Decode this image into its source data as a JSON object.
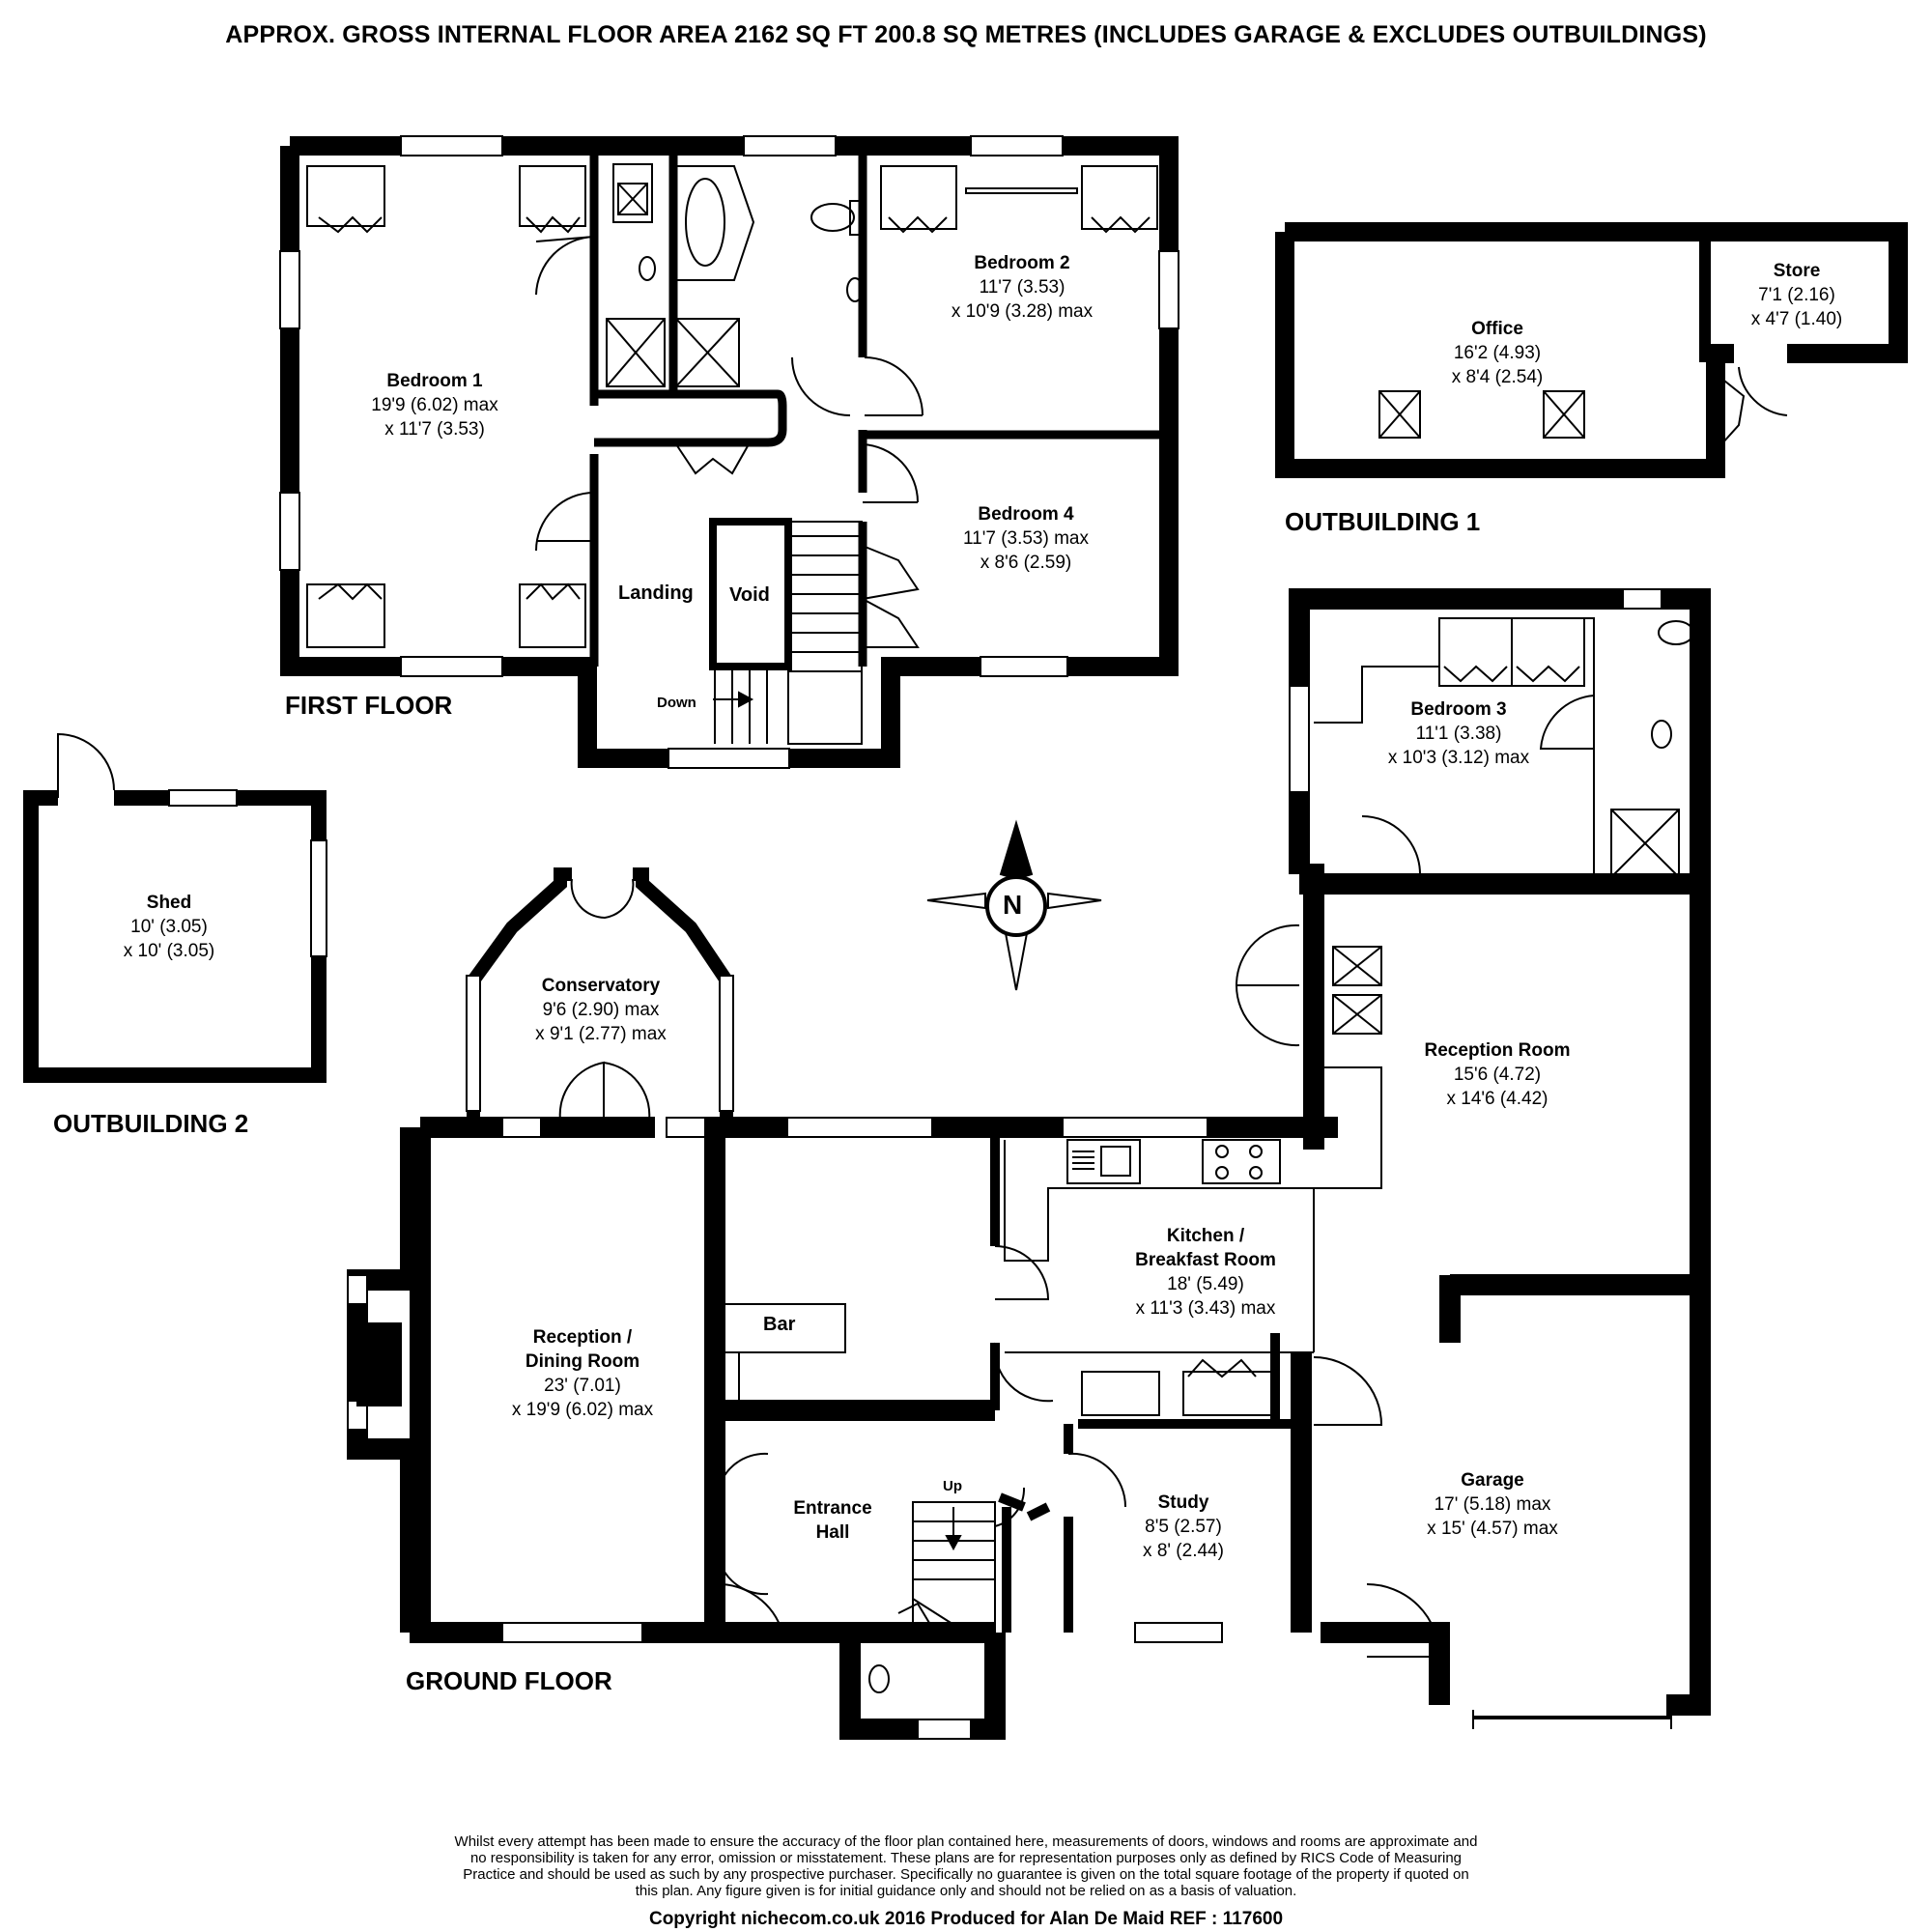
{
  "header": "APPROX. GROSS INTERNAL FLOOR AREA 2162 SQ FT 200.8 SQ METRES (INCLUDES GARAGE & EXCLUDES OUTBUILDINGS)",
  "sections": {
    "first_floor": "FIRST FLOOR",
    "ground_floor": "GROUND FLOOR",
    "outbuilding_1": "OUTBUILDING 1",
    "outbuilding_2": "OUTBUILDING 2"
  },
  "rooms": {
    "bedroom1": {
      "name": "Bedroom 1",
      "dim1": "19'9 (6.02) max",
      "dim2": "x 11'7 (3.53)"
    },
    "bedroom2": {
      "name": "Bedroom 2",
      "dim1": "11'7 (3.53)",
      "dim2": "x 10'9 (3.28) max"
    },
    "bedroom4": {
      "name": "Bedroom 4",
      "dim1": "11'7 (3.53) max",
      "dim2": "x 8'6 (2.59)"
    },
    "office": {
      "name": "Office",
      "dim1": "16'2 (4.93)",
      "dim2": "x 8'4 (2.54)"
    },
    "store": {
      "name": "Store",
      "dim1": "7'1 (2.16)",
      "dim2": "x 4'7 (1.40)"
    },
    "bedroom3": {
      "name": "Bedroom 3",
      "dim1": "11'1 (3.38)",
      "dim2": "x 10'3 (3.12) max"
    },
    "shed": {
      "name": "Shed",
      "dim1": "10' (3.05)",
      "dim2": "x 10' (3.05)"
    },
    "conservatory": {
      "name": "Conservatory",
      "dim1": "9'6 (2.90) max",
      "dim2": "x 9'1 (2.77) max"
    },
    "reception_room": {
      "name": "Reception Room",
      "dim1": "15'6 (4.72)",
      "dim2": "x 14'6 (4.42)"
    },
    "kitchen": {
      "name1": "Kitchen /",
      "name2": "Breakfast Room",
      "dim1": "18' (5.49)",
      "dim2": "x 11'3 (3.43) max"
    },
    "reception_dining": {
      "name1": "Reception /",
      "name2": "Dining Room",
      "dim1": "23' (7.01)",
      "dim2": "x 19'9 (6.02) max"
    },
    "entrance_hall": {
      "name1": "Entrance",
      "name2": "Hall"
    },
    "study": {
      "name": "Study",
      "dim1": "8'5 (2.57)",
      "dim2": "x 8' (2.44)"
    },
    "garage": {
      "name": "Garage",
      "dim1": "17' (5.18) max",
      "dim2": "x 15' (4.57) max"
    }
  },
  "labels": {
    "landing": "Landing",
    "void": "Void",
    "down": "Down",
    "up": "Up",
    "bar": "Bar",
    "north": "N"
  },
  "disclaimer": "Whilst every attempt has been made to ensure the accuracy of the floor plan contained here, measurements of doors, windows and rooms are approximate and no responsibility is taken for any error, omission or misstatement. These plans are for representation purposes only as defined by RICS Code of Measuring Practice and should be used as such by any prospective purchaser.  Specifically no guarantee is given on the total square footage of the property if quoted on this plan. Any figure given is for initial guidance only and should not be relied on as a basis of valuation.",
  "copyright": "Copyright nichecom.co.uk 2016     Produced for Alan De Maid    REF :  117600"
}
